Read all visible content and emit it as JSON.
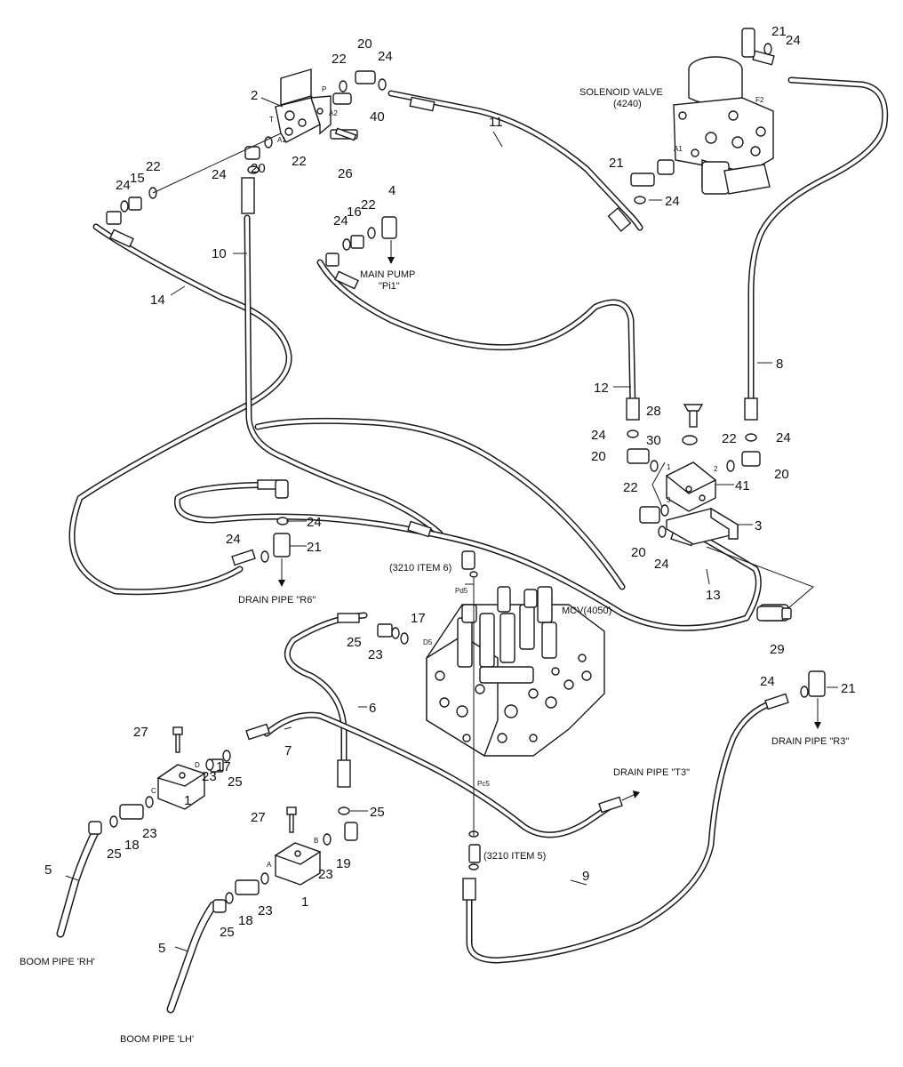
{
  "notes": {
    "solenoid_valve_1": "SOLENOID VALVE",
    "solenoid_valve_2": "(4240)",
    "main_pump_1": "MAIN PUMP",
    "main_pump_2": "\"Pi1\"",
    "drain_r6": "DRAIN PIPE \"R6\"",
    "drain_t3": "DRAIN PIPE \"T3\"",
    "drain_r3": "DRAIN PIPE \"R3\"",
    "mcv": "MCV(4050)",
    "item6": "(3210 ITEM 6)",
    "item5": "(3210 ITEM 5)",
    "boom_rh": "BOOM PIPE 'RH'",
    "boom_lh": "BOOM PIPE 'LH'"
  },
  "ports": {
    "p": "P",
    "t": "T",
    "a1": "A1",
    "a2": "A2",
    "f2": "F2",
    "a1b": "A1",
    "pd5": "Pd5",
    "d5": "D5",
    "pc5": "Pc5",
    "d": "D",
    "c": "C",
    "a": "A",
    "b": "B",
    "one": "1",
    "two": "2",
    "three": "3"
  },
  "callouts": {
    "c2": "2",
    "c22a": "22",
    "c20a": "20",
    "c24a": "24",
    "c40": "40",
    "c26": "26",
    "c22b": "22",
    "c20b": "20",
    "c24b": "24",
    "c24c": "24",
    "c15": "15",
    "c22c": "22",
    "c11": "11",
    "c21a": "21",
    "c24d": "24",
    "c21b": "21",
    "c24e": "24",
    "c10": "10",
    "c14": "14",
    "c24f": "24",
    "c16": "16",
    "c22d": "22",
    "c4": "4",
    "c8": "8",
    "c12": "12",
    "c28": "28",
    "c24g": "24",
    "c30": "30",
    "c20c": "20",
    "c22e": "22",
    "c24h": "24",
    "c20d": "20",
    "c22f": "22",
    "c41": "41",
    "c3": "3",
    "c20e": "20",
    "c24i": "24",
    "c13": "13",
    "c29": "29",
    "c24j": "24",
    "c24k": "24",
    "c21c": "21",
    "c17a": "17",
    "c25a": "25",
    "c23a": "23",
    "c6": "6",
    "c24l": "24",
    "c21d": "21",
    "c27a": "27",
    "c7": "7",
    "c23b": "23",
    "c17b": "17",
    "c25b": "25",
    "c1a": "1",
    "c25c": "25",
    "c18a": "18",
    "c23c": "23",
    "c5a": "5",
    "c25d": "25",
    "c27b": "27",
    "c23d": "23",
    "c19": "19",
    "c1b": "1",
    "c18b": "18",
    "c23e": "23",
    "c25e": "25",
    "c5b": "5",
    "c9": "9"
  }
}
